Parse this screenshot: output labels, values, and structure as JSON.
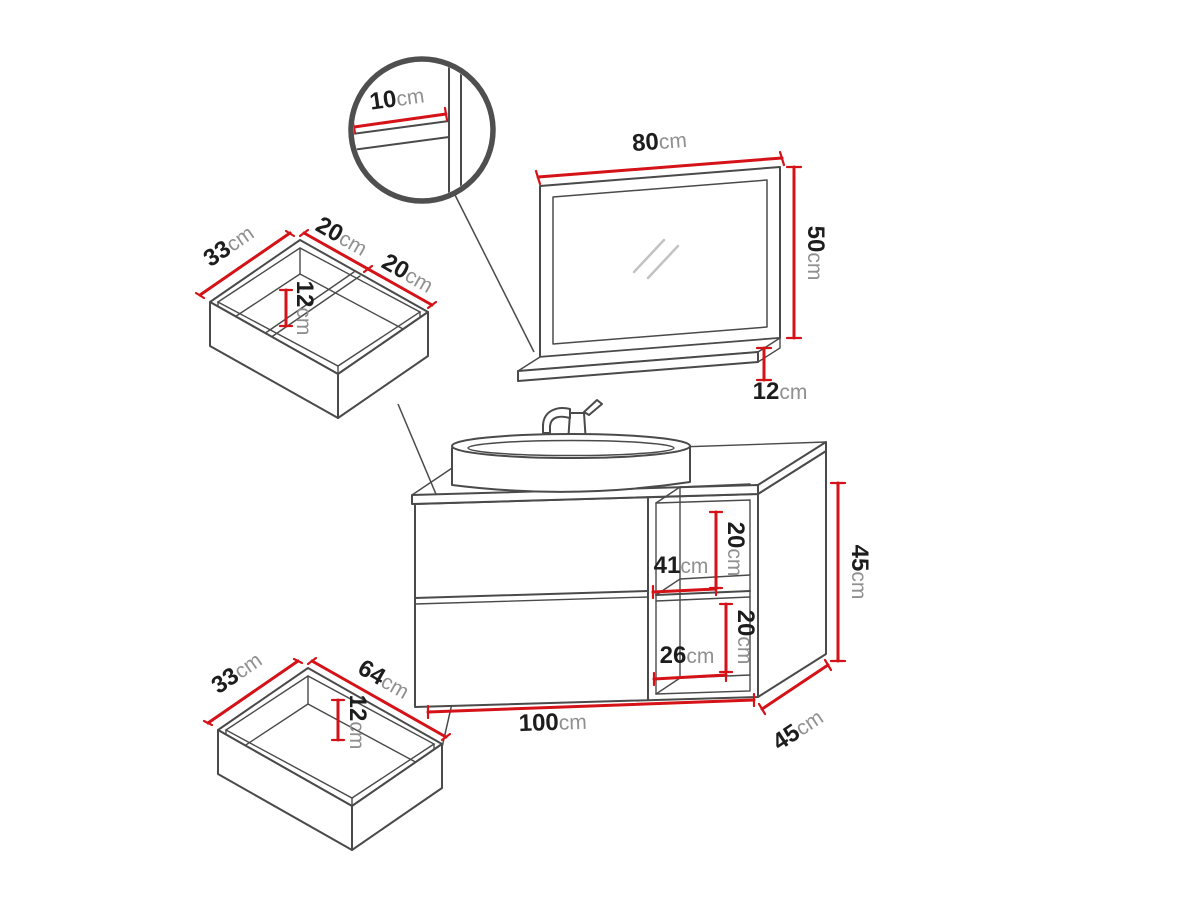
{
  "title": "Bathroom furniture set dimensions diagram",
  "colors": {
    "line": "#4a4a4a",
    "dimension_red": "#d41217",
    "value_text": "#1d1d1d",
    "unit_text": "#909090",
    "background": "#ffffff"
  },
  "detail_view": {
    "shelf_thickness": {
      "value": "10",
      "unit": "cm"
    }
  },
  "mirror": {
    "width": {
      "value": "80",
      "unit": "cm"
    },
    "height": {
      "value": "50",
      "unit": "cm"
    },
    "shelf_depth": {
      "value": "12",
      "unit": "cm"
    }
  },
  "organizer": {
    "depth": {
      "value": "33",
      "unit": "cm"
    },
    "compartment_a_width": {
      "value": "20",
      "unit": "cm"
    },
    "height": {
      "value": "12",
      "unit": "cm"
    },
    "compartment_b_width": {
      "value": "20",
      "unit": "cm"
    }
  },
  "cabinet": {
    "upper_niche_height": {
      "value": "20",
      "unit": "cm"
    },
    "upper_niche_width": {
      "value": "41",
      "unit": "cm"
    },
    "lower_niche_height": {
      "value": "20",
      "unit": "cm"
    },
    "lower_niche_width": {
      "value": "26",
      "unit": "cm"
    },
    "height": {
      "value": "45",
      "unit": "cm"
    },
    "width": {
      "value": "100",
      "unit": "cm"
    },
    "depth": {
      "value": "45",
      "unit": "cm"
    }
  },
  "drawer": {
    "depth": {
      "value": "33",
      "unit": "cm"
    },
    "width": {
      "value": "64",
      "unit": "cm"
    },
    "height": {
      "value": "12",
      "unit": "cm"
    }
  }
}
